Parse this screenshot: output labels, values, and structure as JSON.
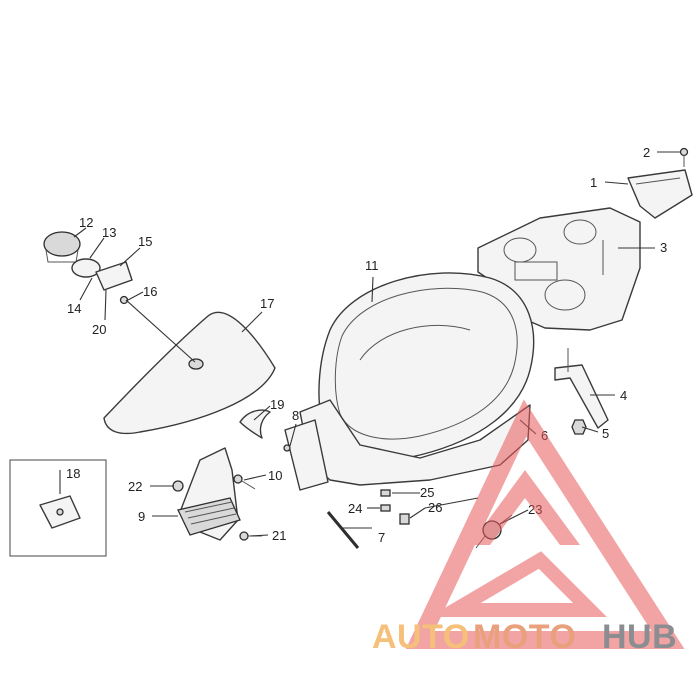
{
  "callouts": {
    "c1": "1",
    "c2": "2",
    "c3": "3",
    "c4": "4",
    "c5": "5",
    "c6": "6",
    "c7": "7",
    "c8": "8",
    "c9": "9",
    "c10": "10",
    "c11": "11",
    "c12": "12",
    "c13": "13",
    "c14": "14",
    "c15": "15",
    "c16": "16",
    "c17": "17",
    "c18": "18",
    "c19": "19",
    "c20": "20",
    "c21": "21",
    "c22": "22",
    "c23": "23",
    "c24": "24",
    "c25": "25",
    "c26": "26"
  },
  "watermark": {
    "auto": "AUTO",
    "moto": "MOTO",
    "hub": "HUB",
    "colors": {
      "auto": "#f5c07a",
      "moto": "#e9a07c",
      "hub": "#8b8d90",
      "triangle": "#e85a5a"
    }
  }
}
